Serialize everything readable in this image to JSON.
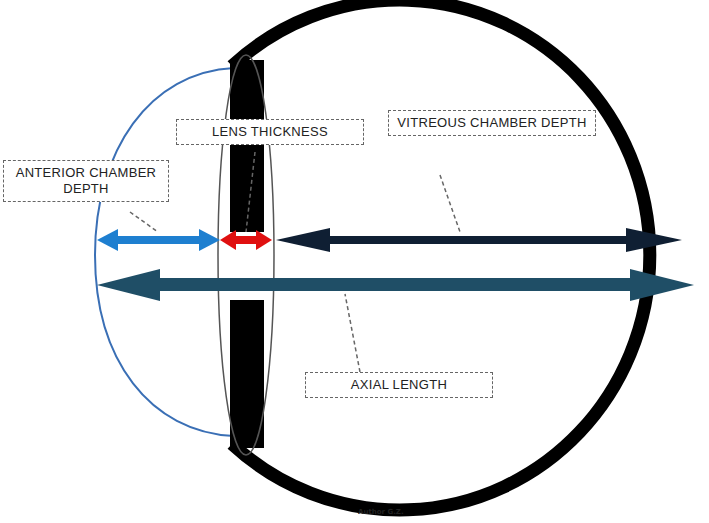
{
  "diagram": {
    "nodes": [
      {
        "text": [
          "LENS THICKNESS"
        ]
      },
      {
        "text": [
          "VITREOUS CHAMBER DEPTH"
        ]
      },
      {
        "text": [
          "ANTERIOR CHAMBER DEPTH"
        ]
      },
      {
        "text": [
          "AXIAL LENGTH"
        ]
      }
    ],
    "labels": [
      "Author G.Z."
    ]
  }
}
